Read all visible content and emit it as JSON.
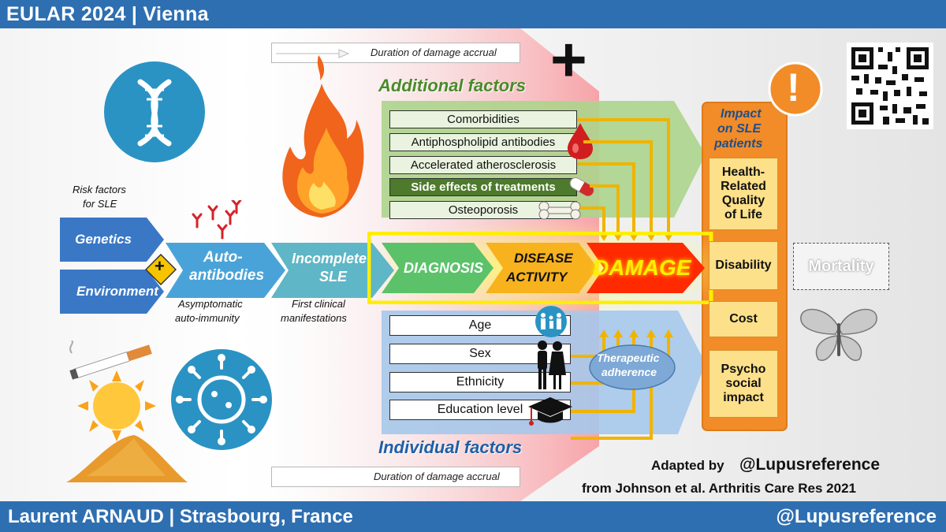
{
  "header": {
    "title": "EULAR 2024 | Vienna"
  },
  "footer": {
    "left": "Laurent ARNAUD | Strasbourg, France",
    "right": "@Lupusreference"
  },
  "duration": {
    "top": "Duration of damage accrual",
    "bottom": "Duration of damage accrual"
  },
  "left": {
    "risk_line1": "Risk factors",
    "risk_line2": "for SLE",
    "genetics": "Genetics",
    "environment": "Environment",
    "plus": "+",
    "autoantibodies_line1": "Auto-",
    "autoantibodies_line2": "antibodies",
    "asymptomatic_line1": "Asymptomatic",
    "asymptomatic_line2": "auto-immunity",
    "incomplete_line1": "Incomplete",
    "incomplete_line2": "SLE",
    "first_clinical_line1": "First clinical",
    "first_clinical_line2": "manifestations"
  },
  "additional": {
    "title": "Additional factors",
    "items": [
      "Comorbidities",
      "Antiphospholipid antibodies",
      "Accelerated atherosclerosis",
      "Side effects of treatments",
      "Osteoporosis"
    ]
  },
  "individual": {
    "title": "Individual factors",
    "items": [
      "Age",
      "Sex",
      "Ethnicity",
      "Education level"
    ],
    "therapeutic_line1": "Therapeutic",
    "therapeutic_line2": "adherence"
  },
  "pipeline": {
    "diagnosis": "DIAGNOSIS",
    "activity_line1": "DISEASE",
    "activity_line2": "ACTIVITY",
    "damage": "DAMAGE"
  },
  "impact": {
    "title_line1": "Impact",
    "title_line2": "on SLE",
    "title_line3": "patients",
    "hrql_line1": "Health-",
    "hrql_line2": "Related",
    "hrql_line3": "Quality",
    "hrql_line4": "of Life",
    "disability": "Disability",
    "cost": "Cost",
    "psycho_line1": "Psycho",
    "psycho_line2": "social",
    "psycho_line3": "impact",
    "mortality": "Mortality",
    "warning": "!"
  },
  "big_plus": "+",
  "credit": {
    "line1_prefix": "Adapted by ",
    "line1_handle": "@Lupusreference",
    "line2": "from Johnson et al. Arthritis Care Res 2021"
  },
  "colors": {
    "brand_blue": "#2e6fb1",
    "green_panel": "#a9cf8a",
    "blue_panel": "#9fc3e7",
    "impact_orange": "#f28c28",
    "highlight_yellow": "#ffee00",
    "damage_red": "#ff2a00"
  },
  "icons": [
    "dna-icon",
    "virus-icon",
    "sun-icon",
    "cigarette-icon",
    "dust-icon",
    "fire-icon",
    "blood-drop-icon",
    "pill-icon",
    "bone-icon",
    "family-icon",
    "couple-silhouette-icon",
    "graduation-cap-icon",
    "warning-icon",
    "butterfly-icon",
    "qr-code-icon",
    "antibody-icon"
  ]
}
